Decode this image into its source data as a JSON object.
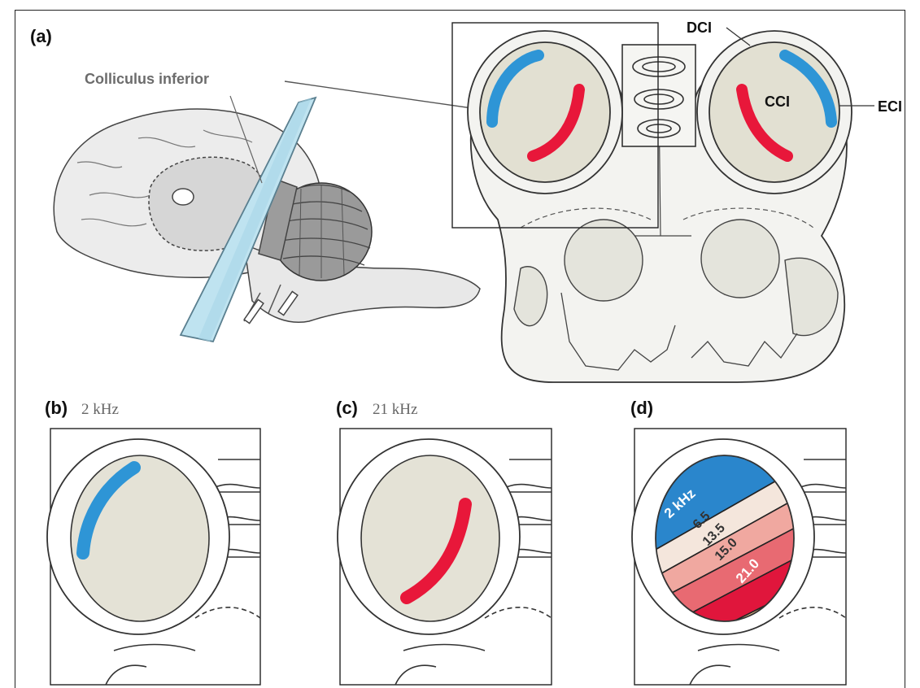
{
  "panels": {
    "a": {
      "letter": "(a)",
      "structure_label": "Colliculus inferior",
      "region_labels": {
        "dorsal": "DCI",
        "central": "CCI",
        "external": "ECI"
      }
    },
    "b": {
      "letter": "(b)",
      "frequency": "2 kHz"
    },
    "c": {
      "letter": "(c)",
      "frequency": "21 kHz"
    },
    "d": {
      "letter": "(d)",
      "bands": [
        {
          "label": "2 kHz",
          "color": "#2a86cc"
        },
        {
          "label": "6.5",
          "color": "#f4e6dc"
        },
        {
          "label": "13.5",
          "color": "#f0a8a0"
        },
        {
          "label": "15.0",
          "color": "#e86a72"
        },
        {
          "label": "21.0",
          "color": "#e0163c"
        },
        {
          "label": "",
          "color": "#f3c28e"
        }
      ]
    }
  },
  "colors": {
    "low_frequency": "#2e95d6",
    "high_frequency": "#e8173a",
    "tissue": "#f0f0ea",
    "colliculus_fill": "#e2e0d2",
    "slice": "#bfe3f0"
  }
}
